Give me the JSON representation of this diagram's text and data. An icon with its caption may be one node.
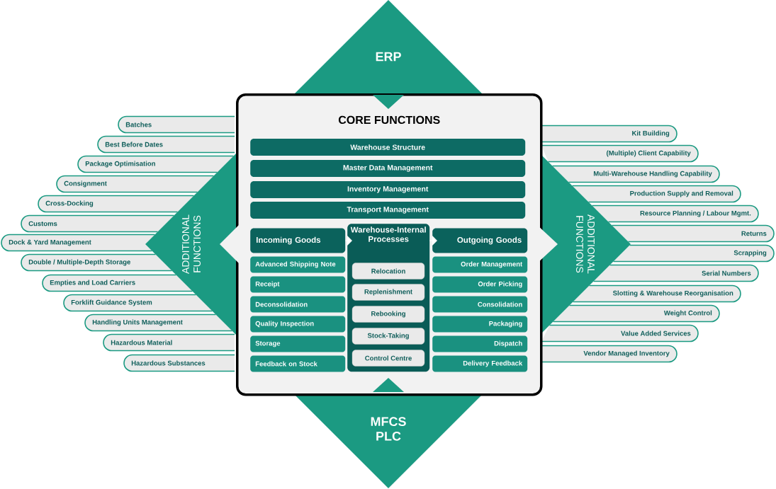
{
  "diagram": {
    "nodes": [
      {
        "text": [
          "ERP"
        ]
      },
      {
        "text": [
          "MFCS PLC"
        ]
      },
      {
        "text": [
          "ADDITIONAL FUNCTIONS"
        ]
      },
      {
        "text": [
          "ADDITIONAL FUNCTIONS"
        ]
      },
      {
        "text": [
          "CORE FUNCTIONS"
        ]
      },
      {
        "text": [
          "Warehouse Structure"
        ],
        "in": 4
      },
      {
        "text": [
          "Master Data Management"
        ],
        "in": 4
      },
      {
        "text": [
          "Inventory Management"
        ],
        "in": 4
      },
      {
        "text": [
          "Transport Management"
        ],
        "in": 4
      },
      {
        "text": [
          "Incoming Goods"
        ],
        "in": 4
      },
      {
        "text": [
          "Advanced Shipping Note"
        ],
        "in": 4
      },
      {
        "text": [
          "Receipt"
        ],
        "in": 4
      },
      {
        "text": [
          "Deconsolidation"
        ],
        "in": 4
      },
      {
        "text": [
          "Quality Inspection"
        ],
        "in": 4
      },
      {
        "text": [
          "Storage"
        ],
        "in": 4
      },
      {
        "text": [
          "Feedback on Stock"
        ],
        "in": 4
      },
      {
        "text": [
          "Warehouse-Internal Processes"
        ],
        "in": 4
      },
      {
        "text": [
          "Relocation"
        ],
        "in": 16
      },
      {
        "text": [
          "Replenishment"
        ],
        "in": 16
      },
      {
        "text": [
          "Rebooking"
        ],
        "in": 16
      },
      {
        "text": [
          "Stock-Taking"
        ],
        "in": 16
      },
      {
        "text": [
          "Control Centre"
        ],
        "in": 16
      },
      {
        "text": [
          "Outgoing Goods"
        ],
        "in": 4
      },
      {
        "text": [
          "Order Management"
        ],
        "in": 4
      },
      {
        "text": [
          "Order Picking"
        ],
        "in": 4
      },
      {
        "text": [
          "Consolidation"
        ],
        "in": 4
      },
      {
        "text": [
          "Packaging"
        ],
        "in": 4
      },
      {
        "text": [
          "Dispatch"
        ],
        "in": 4
      },
      {
        "text": [
          "Delivery Feedback"
        ],
        "in": 4
      },
      {
        "text": [
          "Batches"
        ]
      },
      {
        "text": [
          "Best Before Dates"
        ]
      },
      {
        "text": [
          "Package Optimisation"
        ]
      },
      {
        "text": [
          "Consignment"
        ]
      },
      {
        "text": [
          "Cross-Docking"
        ]
      },
      {
        "text": [
          "Customs"
        ]
      },
      {
        "text": [
          "Dock & Yard Management"
        ]
      },
      {
        "text": [
          "Double / Multiple-Depth Storage"
        ]
      },
      {
        "text": [
          "Empties and Load Carriers"
        ]
      },
      {
        "text": [
          "Forklift Guidance System"
        ]
      },
      {
        "text": [
          "Handling Units Management"
        ]
      },
      {
        "text": [
          "Hazardous Material"
        ]
      },
      {
        "text": [
          "Hazardous Substances"
        ]
      },
      {
        "text": [
          "Kit Building"
        ]
      },
      {
        "text": [
          "(Multiple) Client Capability"
        ]
      },
      {
        "text": [
          "Multi-Warehouse Handling Capability"
        ]
      },
      {
        "text": [
          "Production Supply and Removal"
        ]
      },
      {
        "text": [
          "Resource Planning / Labour Mgmt."
        ]
      },
      {
        "text": [
          "Returns"
        ]
      },
      {
        "text": [
          "Scrapping"
        ]
      },
      {
        "text": [
          "Serial Numbers"
        ]
      },
      {
        "text": [
          "Slotting & Warehouse Reorganisation"
        ]
      },
      {
        "text": [
          "Weight Control"
        ]
      },
      {
        "text": [
          "Value Added Services"
        ]
      },
      {
        "text": [
          "Vendor Managed Inventory"
        ]
      }
    ],
    "edges": [
      {
        "from": 9,
        "to": 16,
        "arrow": "to"
      },
      {
        "from": 16,
        "to": 22,
        "arrow": "to"
      }
    ]
  }
}
